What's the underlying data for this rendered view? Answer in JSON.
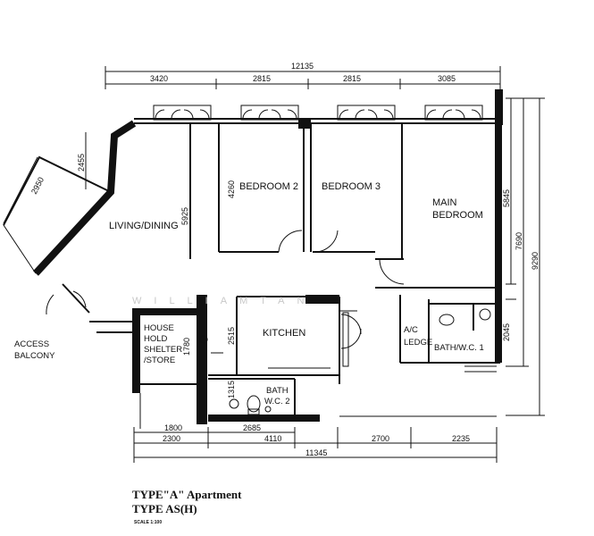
{
  "dimensions": {
    "top_total": "12135",
    "top_1": "3420",
    "top_2": "2815",
    "top_3": "2815",
    "top_4": "3085",
    "bottom_total": "11345",
    "bottom_1": "2300",
    "bottom_2": "4110",
    "bottom_3": "2700",
    "bottom_4": "2235",
    "bottom_sub_1": "1800",
    "bottom_sub_2": "2685",
    "right_1": "5845",
    "right_2": "7690",
    "right_3": "9290",
    "right_4": "2045",
    "balcony_1": "2455",
    "balcony_2": "2950",
    "living_height": "5925",
    "bedroom2_height": "4260",
    "shelter_height": "1780",
    "kitchen_height": "2515",
    "wc2_width": "1315"
  },
  "rooms": {
    "living_dining": "LIVING/DINING",
    "bedroom2": "BEDROOM  2",
    "bedroom3": "BEDROOM  3",
    "main_bedroom_line1": "MAIN",
    "main_bedroom_line2": "BEDROOM",
    "kitchen": "KITCHEN",
    "shelter_line1": "HOUSE",
    "shelter_line2": "HOLD",
    "shelter_line3": "SHELTER",
    "shelter_line4": "/STORE",
    "bath_wc2_line1": "BATH",
    "bath_wc2_line2": "W.C. 2",
    "bath_wc1": "BATH/W.C. 1",
    "ac_ledge_line1": "A/C",
    "ac_ledge_line2": "LEDGE",
    "access_balcony_line1": "ACCESS",
    "access_balcony_line2": "BALCONY"
  },
  "watermark": "WILLIAMTAN",
  "title": {
    "line1": "TYPE\"A\" Apartment",
    "line2": "TYPE AS(H)",
    "scale": "SCALE 1:100"
  }
}
